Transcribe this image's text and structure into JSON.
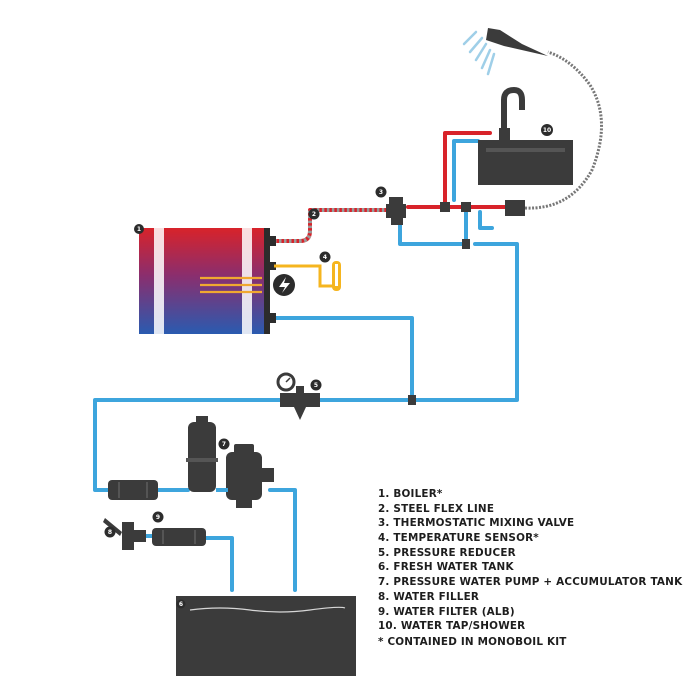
{
  "colors": {
    "cold_pipe": "#3da5dd",
    "hot_pipe": "#d8232a",
    "component_dark": "#3b3b3b",
    "sensor": "#f5b51f",
    "text": "#1e1e1e"
  },
  "badges": [
    "1",
    "2",
    "3",
    "4",
    "5",
    "6",
    "7",
    "8",
    "9",
    "10"
  ],
  "legend": {
    "items": [
      "1. BOILER*",
      "2. STEEL FLEX LINE",
      "3. THERMOSTATIC MIXING VALVE",
      "4. TEMPERATURE SENSOR*",
      "5. PRESSURE REDUCER",
      "6. FRESH WATER TANK",
      "7. PRESSURE WATER PUMP + ACCUMULATOR TANK",
      "8. WATER FILLER",
      "9. WATER FILTER (ALB)",
      "10. WATER TAP/SHOWER"
    ],
    "note": "* CONTAINED IN MONOBOIL KIT"
  }
}
